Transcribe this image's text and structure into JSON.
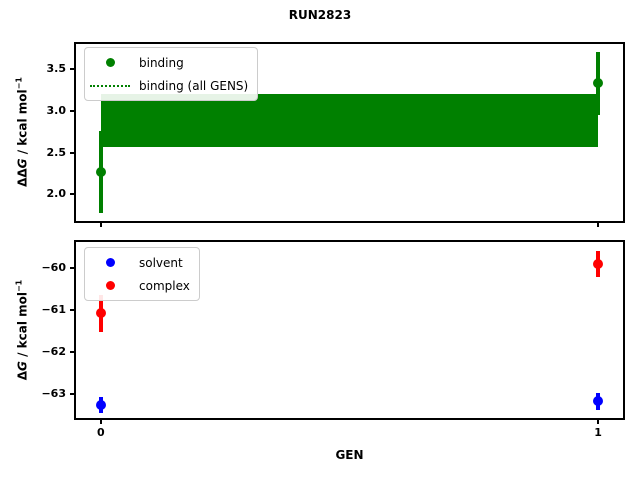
{
  "title": "RUN2823",
  "xlabel": "GEN",
  "colors": {
    "binding": "#008000",
    "solvent": "#0000ff",
    "complex": "#ff0000",
    "spine": "#000000",
    "legend_border": "#cccccc"
  },
  "plots": {
    "top": {
      "ylabel_parts": {
        "delta": "ΔΔ",
        "sym": "G",
        "unit": " / kcal mol",
        "sup": "−1"
      },
      "legend": [
        {
          "label": "binding"
        },
        {
          "label": "binding (all GENS)"
        }
      ]
    },
    "bottom": {
      "ylabel_parts": {
        "delta": "Δ",
        "sym": "G",
        "unit": " / kcal mol",
        "sup": "−1"
      },
      "legend": [
        {
          "label": "solvent"
        },
        {
          "label": "complex"
        }
      ]
    }
  },
  "chart_data": [
    {
      "type": "scatter",
      "subplot": "top",
      "title": "RUN2823",
      "ylabel": "ΔΔG / kcal mol⁻¹",
      "xlabel": "",
      "xlim": [
        -0.05,
        1.05
      ],
      "ylim": [
        1.68,
        3.8
      ],
      "xticks": [
        0,
        1
      ],
      "xticklabels": [],
      "yticks": [
        2.0,
        2.5,
        3.0,
        3.5
      ],
      "yticklabels": [
        "2.0",
        "2.5",
        "3.0",
        "3.5"
      ],
      "grid": false,
      "legend_position": "upper left",
      "series": [
        {
          "name": "binding",
          "type": "errorbar",
          "color": "#008000",
          "marker": "circle",
          "x": [
            0,
            1
          ],
          "y": [
            2.27,
            3.33
          ],
          "yerr": [
            0.49,
            0.38
          ]
        },
        {
          "name": "binding (all GENS)",
          "type": "hline-band",
          "color": "#008000",
          "linestyle": "dotted",
          "value": 2.89,
          "band": [
            2.57,
            3.2
          ]
        }
      ]
    },
    {
      "type": "scatter",
      "subplot": "bottom",
      "title": "",
      "ylabel": "ΔG / kcal mol⁻¹",
      "xlabel": "GEN",
      "xlim": [
        -0.05,
        1.05
      ],
      "ylim": [
        -63.56,
        -59.37
      ],
      "xticks": [
        0,
        1
      ],
      "xticklabels": [
        "0",
        "1"
      ],
      "yticks": [
        -63,
        -62,
        -61,
        -60
      ],
      "yticklabels": [
        "−63",
        "−62",
        "−61",
        "−60"
      ],
      "grid": false,
      "legend_position": "upper left",
      "series": [
        {
          "name": "solvent",
          "type": "errorbar",
          "color": "#0000ff",
          "marker": "circle",
          "x": [
            0,
            1
          ],
          "y": [
            -63.25,
            -63.16
          ],
          "yerr": [
            0.19,
            0.2
          ]
        },
        {
          "name": "complex",
          "type": "errorbar",
          "color": "#ff0000",
          "marker": "circle",
          "x": [
            0,
            1
          ],
          "y": [
            -61.07,
            -59.9
          ],
          "yerr": [
            0.44,
            0.31
          ]
        }
      ]
    }
  ]
}
